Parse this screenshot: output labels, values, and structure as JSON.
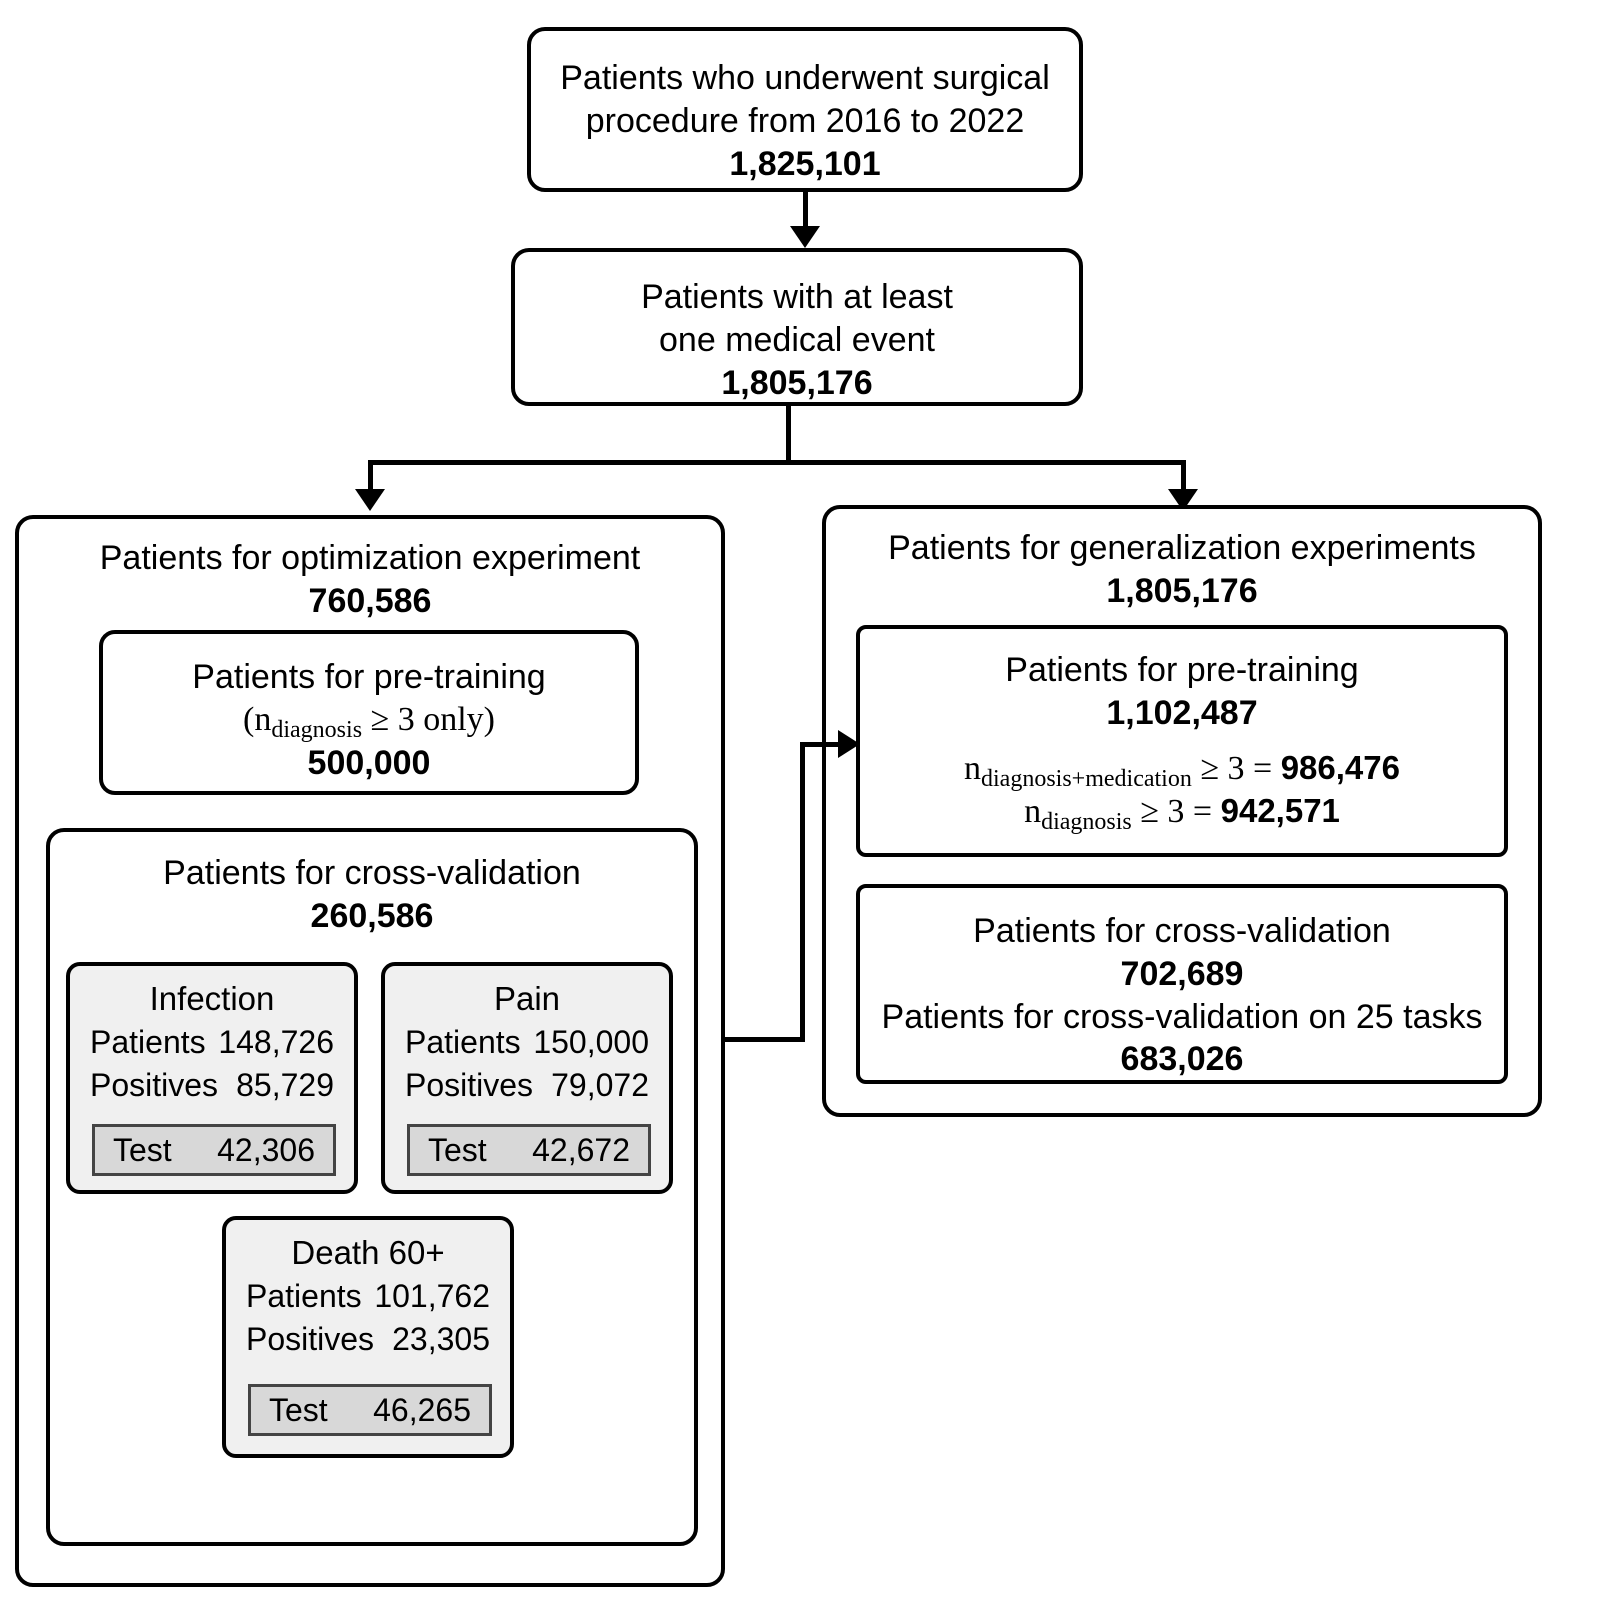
{
  "diagram": {
    "title": "Patient cohort flow diagram",
    "type": "flowchart",
    "line_color": "#000000",
    "node_fill": "#ffffff",
    "task_fill": "#f0f0f0",
    "test_fill": "#d8d8d8"
  },
  "root": {
    "line1": "Patients who underwent surgical",
    "line2": "procedure from 2016 to 2022",
    "count": "1,825,101"
  },
  "medical_event": {
    "line1": "Patients with at least",
    "line2": "one medical event",
    "count": "1,805,176"
  },
  "optimization": {
    "header": "Patients for optimization experiment",
    "count": "760,586",
    "pretraining": {
      "header": "Patients for pre-training",
      "condition_open": "(n",
      "condition_sub": "diagnosis",
      "condition_rest": " ≥ 3 only)",
      "count": "500,000"
    },
    "crossvalidation": {
      "header": "Patients for cross-validation",
      "count": "260,586",
      "tasks": [
        {
          "name": "Infection",
          "patients_label": "Patients",
          "patients_value": "148,726",
          "positives_label": "Positives",
          "positives_value": "85,729",
          "test_label": "Test",
          "test_value": "42,306"
        },
        {
          "name": "Pain",
          "patients_label": "Patients",
          "patients_value": "150,000",
          "positives_label": "Positives",
          "positives_value": "79,072",
          "test_label": "Test",
          "test_value": "42,672"
        },
        {
          "name": "Death 60+",
          "patients_label": "Patients",
          "patients_value": "101,762",
          "positives_label": "Positives",
          "positives_value": "23,305",
          "test_label": "Test",
          "test_value": "46,265"
        }
      ]
    }
  },
  "generalization": {
    "header": "Patients for generalization experiments",
    "count": "1,805,176",
    "pretraining": {
      "header": "Patients for pre-training",
      "count": "1,102,487",
      "cond1_prefix": "n",
      "cond1_sub": "diagnosis+medication",
      "cond1_mid": " ≥ 3 = ",
      "cond1_value": "986,476",
      "cond2_prefix": "n",
      "cond2_sub": "diagnosis",
      "cond2_mid": " ≥ 3 = ",
      "cond2_value": "942,571"
    },
    "crossvalidation": {
      "line1": "Patients for cross-validation",
      "count1": "702,689",
      "line2": "Patients for cross-validation on 25 tasks",
      "count2": "683,026"
    }
  }
}
